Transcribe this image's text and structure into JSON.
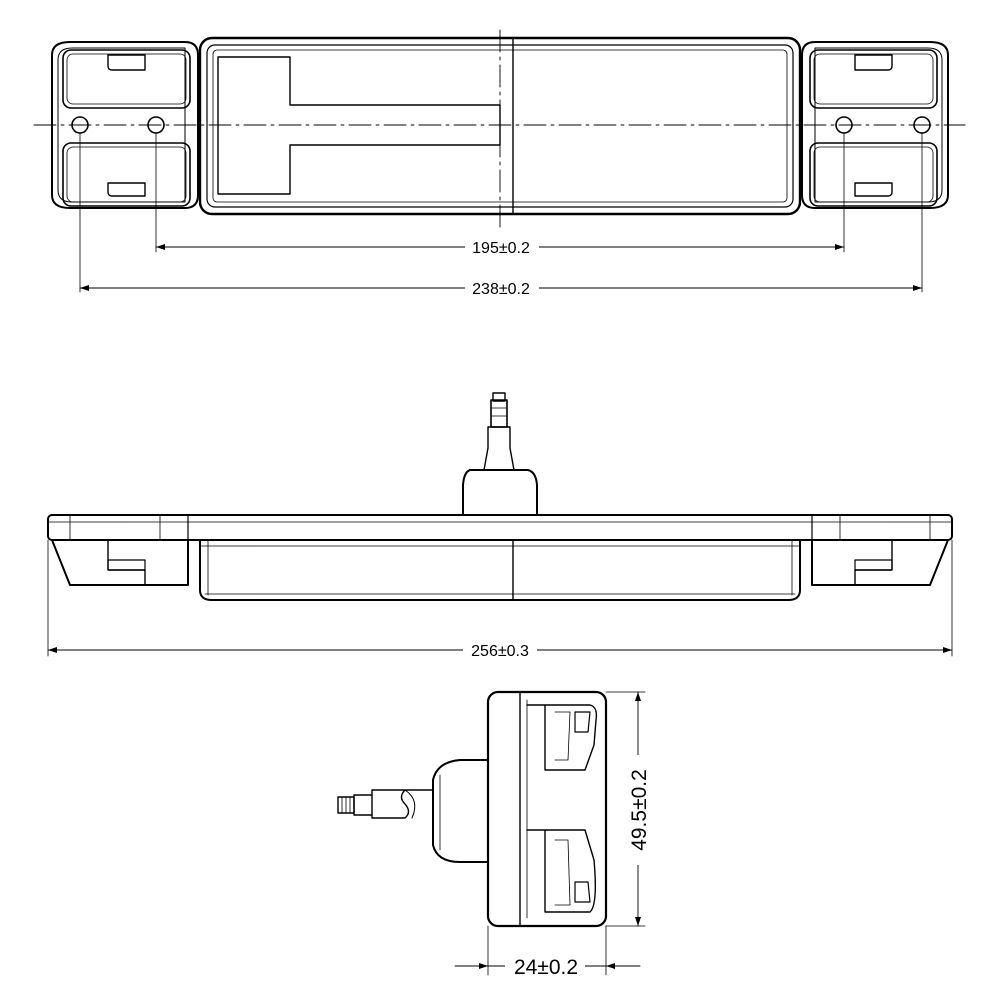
{
  "dimensions": {
    "mounting_hole_pitch": "195±0.2",
    "overall_hole_span": "238±0.2",
    "overall_length": "256±0.3",
    "height": "49.5±0.2",
    "depth": "24±0.2"
  },
  "colors": {
    "line": "#000000",
    "background": "#ffffff"
  }
}
